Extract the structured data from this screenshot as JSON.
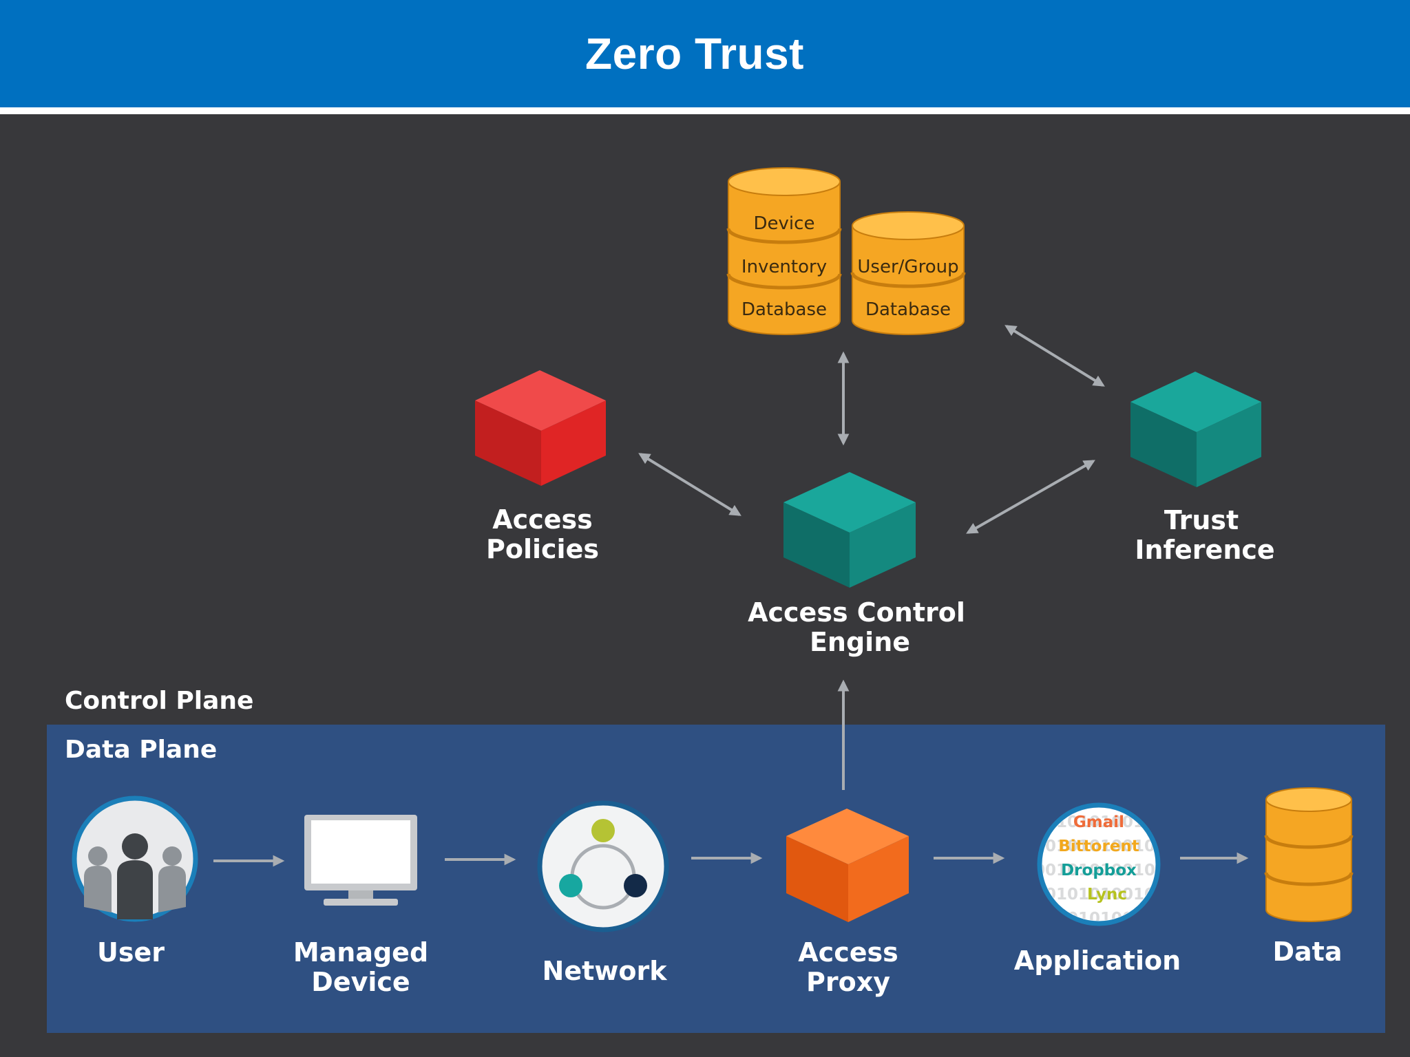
{
  "page": {
    "title": "Zero Trust"
  },
  "control_plane": {
    "label": "Control Plane",
    "databases": {
      "device_inventory": [
        "Device",
        "Inventory",
        "Database"
      ],
      "user_group": [
        "User/Group",
        "Database"
      ]
    },
    "access_policies": {
      "line1": "Access",
      "line2": "Policies"
    },
    "trust_inference": {
      "line1": "Trust",
      "line2": "Inference"
    },
    "access_control_engine": {
      "line1": "Access Control",
      "line2": "Engine"
    }
  },
  "data_plane": {
    "label": "Data Plane",
    "nodes": {
      "user": {
        "line1": "User"
      },
      "managed_device": {
        "line1": "Managed",
        "line2": "Device"
      },
      "network": {
        "line1": "Network"
      },
      "access_proxy": {
        "line1": "Access",
        "line2": "Proxy"
      },
      "application": {
        "line1": "Application",
        "apps": [
          "Gmail",
          "Bittorent",
          "Dropbox",
          "Lync"
        ]
      },
      "data": {
        "line1": "Data"
      }
    }
  },
  "colors": {
    "title_bar": "#0070c0",
    "background": "#38383b",
    "data_plane": "#2f5082",
    "database_orange": "#f5a623",
    "policy_red": "#d82a2a",
    "engine_teal": "#13857c",
    "proxy_orange": "#f26b1d",
    "arrow_gray": "#a9adb2"
  }
}
